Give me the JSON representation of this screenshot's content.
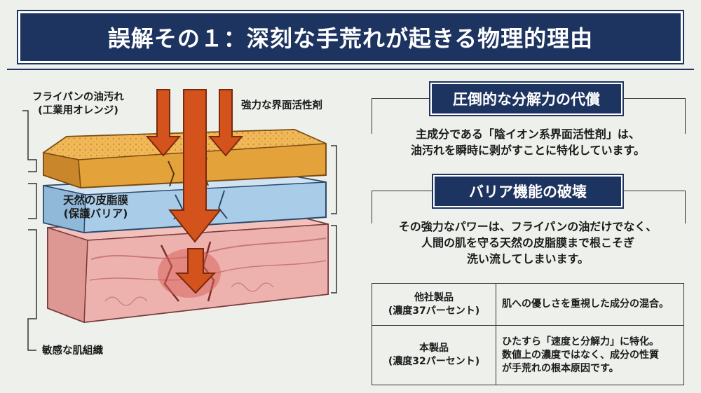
{
  "title": "誤解その１：深刻な手荒れが起きる物理的理由",
  "diagram": {
    "label_grease_line1": "フライパンの油汚れ",
    "label_grease_line2": "(工業用オレンジ)",
    "label_surfactant": "強力な界面活性剤",
    "label_sebum_line1": "天然の皮脂膜",
    "label_sebum_line2": "(保護バリア)",
    "label_skin": "敏感な肌組織"
  },
  "section1": {
    "heading": "圧倒的な分解力の代償",
    "line1": "主成分である「陰イオン系界面活性剤」は、",
    "line2": "油汚れを瞬時に剥がすことに特化しています。"
  },
  "section2": {
    "heading": "バリア機能の破壊",
    "line1": "その強力なパワーは、フライパンの油だけでなく、",
    "line2": "人間の肌を守る天然の皮脂膜まで根こそぎ",
    "line3": "洗い流してしまいます。"
  },
  "comparison": [
    {
      "name": "他社製品",
      "detail": "(濃度37パーセント)",
      "desc1": "肌への優しさを重視した成分の混合。",
      "desc2": "",
      "desc3": ""
    },
    {
      "name": "本製品",
      "detail": "(濃度32パーセント)",
      "desc1": "ひたすら「速度と分解力」に特化。",
      "desc2": "数値上の濃度ではなく、成分の性質",
      "desc3": "が手荒れの根本原因です。"
    }
  ],
  "colors": {
    "navy": "#1e3460",
    "arrow": "#d4521c",
    "grease": "#e3a33a",
    "sebum": "#a9cde8",
    "skin": "#f2b8b4"
  }
}
